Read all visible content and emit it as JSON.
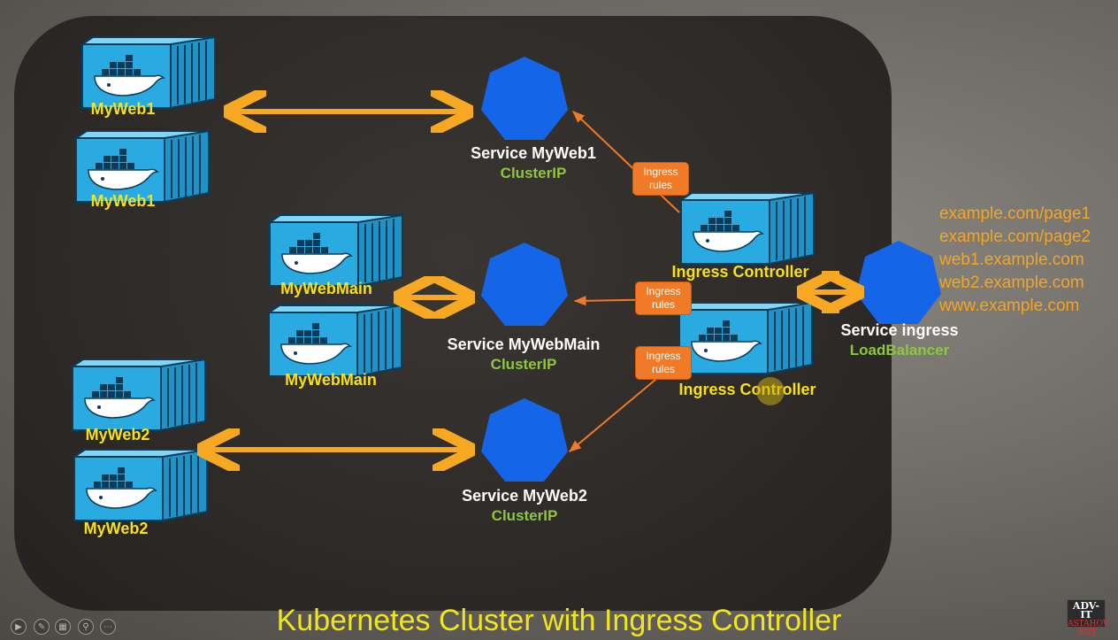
{
  "diagram": {
    "title": "Kubernetes Cluster with Ingress Controller",
    "pods": [
      {
        "id": "myweb1-a",
        "label": "MyWeb1"
      },
      {
        "id": "myweb1-b",
        "label": "MyWeb1"
      },
      {
        "id": "mywebmain-a",
        "label": "MyWebMain"
      },
      {
        "id": "mywebmain-b",
        "label": "MyWebMain"
      },
      {
        "id": "myweb2-a",
        "label": "MyWeb2"
      },
      {
        "id": "myweb2-b",
        "label": "MyWeb2"
      }
    ],
    "services": [
      {
        "id": "svc-myweb1",
        "name": "Service MyWeb1",
        "type": "ClusterIP"
      },
      {
        "id": "svc-mywebmain",
        "name": "Service MyWebMain",
        "type": "ClusterIP"
      },
      {
        "id": "svc-myweb2",
        "name": "Service MyWeb2",
        "type": "ClusterIP"
      },
      {
        "id": "svc-ingress",
        "name": "Service ingress",
        "type": "LoadBalancer"
      }
    ],
    "controllers": [
      {
        "id": "ic-1",
        "label": "Ingress Controller"
      },
      {
        "id": "ic-2",
        "label": "Ingress Controller"
      }
    ],
    "rules": [
      {
        "line1": "Ingress",
        "line2": "rules"
      },
      {
        "line1": "Ingress",
        "line2": "rules"
      },
      {
        "line1": "Ingress",
        "line2": "rules"
      }
    ],
    "urls": [
      "example.com/page1",
      "example.com/page2",
      "web1.example.com",
      "web2.example.com",
      "www.example.com"
    ],
    "logo": {
      "line1": "ADV-IT",
      "line2": "ASTAHOV",
      "line3": ".NET"
    },
    "colors": {
      "container": "#29abe2",
      "service": "#1565e8",
      "arrow_thick": "#f7a823",
      "arrow_thin": "#f07a26",
      "pod_label": "#f7e01a",
      "service_type": "#8ec63f"
    }
  }
}
